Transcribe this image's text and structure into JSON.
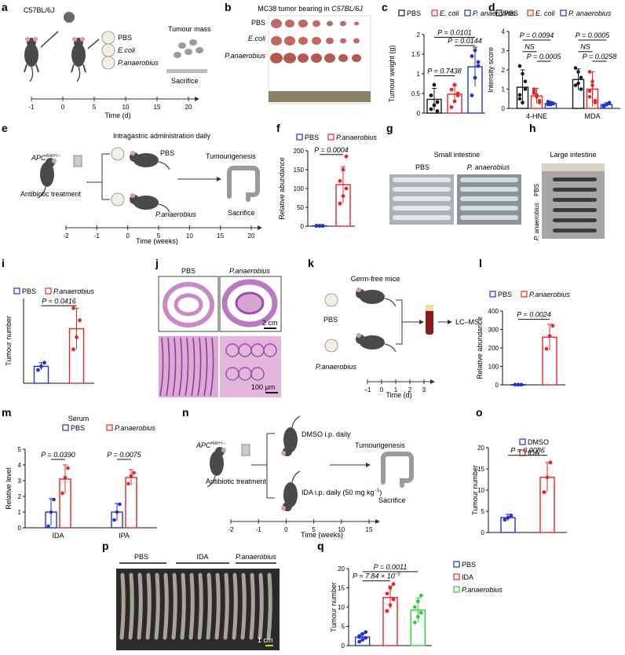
{
  "panels": {
    "a": {
      "label": "a",
      "strain": "C57BL/6J",
      "groups": [
        "PBS",
        "E.coli",
        "P.anaerobius"
      ],
      "tumour_mass": "Tumour mass",
      "sacrifice": "Sacrifice",
      "axis_ticks": [
        "-1",
        "0",
        "5",
        "10",
        "15",
        "20"
      ],
      "axis_label": "Time (d)"
    },
    "b": {
      "label": "b",
      "title_prefix": "MC38 tumor bearing in ",
      "title_strain": "C57BL/6J",
      "rows": [
        "PBS",
        "E.coli",
        "P.anaerobius"
      ]
    },
    "e": {
      "label": "e",
      "mouse": "APC",
      "mouse_sup": "min+/−",
      "header": "Intragastric administration daily",
      "arm1": "PBS",
      "arm2": "P.anaerobius",
      "treatment": "Antibiotic treatment",
      "outcome": "Tumourigenesis",
      "sacrifice": "Sacrifice",
      "axis_ticks": [
        "-2",
        "-1",
        "0",
        "5",
        "10",
        "15",
        "20"
      ],
      "axis_label": "Time (weeks)"
    },
    "g": {
      "label": "g",
      "title": "Small intestine",
      "left": "PBS",
      "right": "P. anaerobius"
    },
    "h": {
      "label": "h",
      "title": "Large intestine",
      "top": "PBS",
      "bottom": "P. anaerobius"
    },
    "j": {
      "label": "j",
      "left": "PBS",
      "right": "P.anaerobius",
      "scale1": "2 cm",
      "scale2": "100 μm"
    },
    "k": {
      "label": "k",
      "title": "Germ-free mice",
      "arm1": "PBS",
      "arm2": "P.anaerobius",
      "assay": "LC–MS",
      "axis_ticks": [
        "−1",
        "0",
        "1",
        "2",
        "3"
      ],
      "axis_label": "Time (d)"
    },
    "n": {
      "label": "n",
      "mouse": "APC",
      "mouse_sup": "min+/−",
      "arm1": "DMSO i.p. daily",
      "arm2": "IDA i.p. daily (50 mg kg",
      "arm2_sup": "−1",
      "arm2_end": ")",
      "treatment": "Antibiotic treatment",
      "outcome": "Tumourigenesis",
      "sacrifice": "Sacrifice",
      "axis_ticks": [
        "-2",
        "-1",
        "0",
        "5",
        "10",
        "15"
      ],
      "axis_label": "Time (weeks)"
    },
    "p": {
      "label": "p",
      "groups": [
        "PBS",
        "IDA",
        "P.anaerobius"
      ],
      "scale": "1 cm"
    }
  },
  "colors": {
    "black": "#1a1a1a",
    "red": "#e8262a",
    "blue": "#2233cc",
    "green": "#33cc33",
    "mouse": "#4a4a4a",
    "ear": "#d9a0a8",
    "tumour": "#b0605a",
    "he_pink": "#d89ad0",
    "he_dark": "#8a3d9a"
  },
  "chart_data": [
    {
      "panel": "c",
      "type": "bar",
      "ylabel": "Tumour weight (g)",
      "ylim": [
        0,
        2.0
      ],
      "yticks": [
        0,
        0.5,
        1.0,
        1.5,
        2.0
      ],
      "categories": [
        "PBS",
        "E. coli",
        "P. anaerobius"
      ],
      "legend": [
        "PBS",
        "E. coli",
        "P. anaerobius"
      ],
      "series": [
        {
          "name": "PBS",
          "color": "#1a1a1a",
          "mean": 0.35,
          "sd": 0.28,
          "points": [
            0.1,
            0.2,
            0.28,
            0.45,
            0.72,
            0.05
          ]
        },
        {
          "name": "E. coli",
          "color": "#e8262a",
          "mean": 0.48,
          "sd": 0.22,
          "points": [
            0.15,
            0.3,
            0.5,
            0.6,
            0.72,
            0.45
          ]
        },
        {
          "name": "P. anaerobius",
          "color": "#2233cc",
          "mean": 1.18,
          "sd": 0.5,
          "points": [
            0.45,
            0.9,
            1.2,
            1.45,
            1.6,
            1.3
          ]
        }
      ],
      "annotations": [
        {
          "text": "P = 0.7438",
          "from": 0,
          "to": 1,
          "y": 0.95
        },
        {
          "text": "P = 0.0144",
          "from": 1,
          "to": 2,
          "y": 1.72
        },
        {
          "text": "P = 0.0101",
          "from": 0,
          "to": 2,
          "y": 1.93
        }
      ]
    },
    {
      "panel": "d",
      "type": "bar",
      "ylabel": "Intensity score",
      "ylim": [
        0,
        4
      ],
      "yticks": [
        0,
        1,
        2,
        3,
        4
      ],
      "categories": [
        "4-HNE",
        "MDA"
      ],
      "legend": [
        "PBS",
        "E. coli",
        "P. anaerobius"
      ],
      "series": [
        {
          "name": "PBS",
          "color": "#1a1a1a",
          "values": [
            1.1,
            1.5
          ],
          "sd": [
            0.9,
            0.55
          ],
          "points": [
            [
              2.2,
              1.8,
              1.0,
              0.5,
              0.3,
              1.4,
              0.7
            ],
            [
              2.1,
              1.3,
              1.6,
              1.2,
              1.9,
              1.0
            ]
          ]
        },
        {
          "name": "E. coli",
          "color": "#e8262a",
          "values": [
            0.65,
            1.0
          ],
          "sd": [
            0.4,
            0.9
          ],
          "points": [
            [
              1.0,
              0.7,
              0.3,
              0.9,
              0.6,
              0.4,
              0.8
            ],
            [
              1.9,
              1.4,
              0.3,
              0.6,
              1.2,
              0.4,
              0.9
            ]
          ]
        },
        {
          "name": "P. anaerobius",
          "color": "#2233cc",
          "values": [
            0.25,
            0.2
          ],
          "sd": [
            0.1,
            0.1
          ],
          "points": [
            [
              0.2,
              0.3,
              0.25,
              0.35,
              0.2
            ],
            [
              0.1,
              0.2,
              0.3,
              0.15,
              0.2,
              0.25
            ]
          ]
        }
      ],
      "annotations": [
        {
          "text": "P = 0.0094",
          "group": 0,
          "from": 0,
          "to": 2,
          "y": 3.55
        },
        {
          "text": "NS",
          "group": 0,
          "from": 0,
          "to": 1,
          "y": 2.95
        },
        {
          "text": "P = 0.0005",
          "group": 0,
          "from": 1,
          "to": 2,
          "y": 2.45
        },
        {
          "text": "P = 0.0005",
          "group": 1,
          "from": 0,
          "to": 2,
          "y": 3.55
        },
        {
          "text": "NS",
          "group": 1,
          "from": 0,
          "to": 1,
          "y": 2.95
        },
        {
          "text": "P = 0.0258",
          "group": 1,
          "from": 1,
          "to": 2,
          "y": 2.45
        }
      ]
    },
    {
      "panel": "f",
      "type": "bar",
      "ylabel": "Relative abundance",
      "ylim": [
        0,
        200
      ],
      "yticks": [
        0,
        50,
        100,
        150,
        200
      ],
      "categories": [
        "PBS",
        "P.anaerobius"
      ],
      "legend": [
        "PBS",
        "P.anaerobius"
      ],
      "series": [
        {
          "name": "PBS",
          "color": "#2233cc",
          "mean": 1,
          "sd": 0.5,
          "points": [
            1,
            1,
            1,
            1,
            1,
            1
          ]
        },
        {
          "name": "P.anaerobius",
          "color": "#e8262a",
          "mean": 110,
          "sd": 48,
          "points": [
            60,
            80,
            100,
            120,
            150,
            185
          ]
        }
      ],
      "annotations": [
        {
          "text": "P = 0.0004",
          "from": 0,
          "to": 1,
          "y": 190
        }
      ]
    },
    {
      "panel": "i",
      "type": "bar",
      "ylabel": "Tumour number",
      "ylim": [
        0,
        70
      ],
      "yticks": [],
      "categories": [
        "PBS",
        "P.anaerobius"
      ],
      "legend": [
        "PBS",
        "P.anaerobius"
      ],
      "series": [
        {
          "name": "PBS",
          "color": "#2233cc",
          "mean": 14,
          "sd": 3,
          "points": [
            11,
            14,
            17
          ]
        },
        {
          "name": "P.anaerobius",
          "color": "#e8262a",
          "mean": 45,
          "sd": 17,
          "points": [
            28,
            38,
            52,
            62
          ]
        }
      ],
      "annotations": [
        {
          "text": "P = 0.0416",
          "from": 0,
          "to": 1,
          "y": 64
        }
      ]
    },
    {
      "panel": "l",
      "type": "bar",
      "ylabel": "Relative abundance",
      "ylim": [
        0,
        400
      ],
      "yticks": [
        0,
        100,
        200,
        300,
        400
      ],
      "categories": [
        "PBS",
        "P.anaerobius"
      ],
      "legend": [
        "PBS",
        "P.anaerobius"
      ],
      "series": [
        {
          "name": "PBS",
          "color": "#2233cc",
          "mean": 1,
          "sd": 0.5,
          "points": [
            1,
            1,
            1
          ]
        },
        {
          "name": "P.anaerobius",
          "color": "#e8262a",
          "mean": 258,
          "sd": 70,
          "points": [
            195,
            265,
            320
          ]
        }
      ],
      "annotations": [
        {
          "text": "P = 0.0024",
          "from": 0,
          "to": 1,
          "y": 355
        }
      ]
    },
    {
      "panel": "m",
      "type": "bar",
      "title": "Serum",
      "ylabel": "Relative level",
      "ylim": [
        0,
        5
      ],
      "yticks": [
        0,
        1,
        2,
        3,
        4,
        5
      ],
      "categories": [
        "IDA",
        "IPA"
      ],
      "legend": [
        "PBS",
        "P.anaerobius"
      ],
      "series": [
        {
          "name": "PBS",
          "color": "#2233cc",
          "values": [
            1.0,
            1.0
          ],
          "sd": [
            0.85,
            0.55
          ],
          "points": [
            [
              0.1,
              1.0,
              1.8
            ],
            [
              0.5,
              1.0,
              1.5
            ]
          ]
        },
        {
          "name": "P.anaerobius",
          "color": "#e8262a",
          "values": [
            3.1,
            3.2
          ],
          "sd": [
            0.9,
            0.5
          ],
          "points": [
            [
              2.2,
              3.2,
              3.8
            ],
            [
              2.8,
              3.3,
              3.5
            ]
          ]
        }
      ],
      "annotations": [
        {
          "text": "P = 0.0390",
          "group": 0,
          "from": 0,
          "to": 1,
          "y": 4.35
        },
        {
          "text": "P = 0.0075",
          "group": 1,
          "from": 0,
          "to": 1,
          "y": 4.35
        }
      ]
    },
    {
      "panel": "o",
      "type": "bar",
      "ylabel": "Tumour number",
      "ylim": [
        0,
        20
      ],
      "yticks": [
        0,
        5,
        10,
        15,
        20
      ],
      "categories": [
        "DMSO",
        "IDA"
      ],
      "legend": [
        "DMSO",
        "IDA"
      ],
      "series": [
        {
          "name": "DMSO",
          "color": "#2233cc",
          "mean": 3.5,
          "sd": 0.8,
          "points": [
            3.0,
            3.5,
            4.0
          ]
        },
        {
          "name": "IDA",
          "color": "#e8262a",
          "mean": 13,
          "sd": 3.5,
          "points": [
            9.5,
            13,
            16.5
          ]
        }
      ],
      "annotations": [
        {
          "text": "P = 0.0086",
          "from": 0,
          "to": 1,
          "y": 18.2
        }
      ]
    },
    {
      "panel": "q",
      "type": "bar",
      "ylabel": "Tumour number",
      "ylim": [
        0,
        20
      ],
      "yticks": [
        0,
        5,
        10,
        15,
        20
      ],
      "categories": [
        "PBS",
        "IDA",
        "P.anaerobius"
      ],
      "legend": [
        "PBS",
        "IDA",
        "P.anaerobius"
      ],
      "series": [
        {
          "name": "PBS",
          "color": "#2233cc",
          "mean": 2.2,
          "sd": 1.0,
          "points": [
            1.0,
            1.5,
            2.0,
            2.5,
            3.0,
            3.5,
            2.2
          ]
        },
        {
          "name": "IDA",
          "color": "#e8262a",
          "mean": 12.5,
          "sd": 3.0,
          "points": [
            9.0,
            10.5,
            12.0,
            13.5,
            15.0,
            16.0
          ]
        },
        {
          "name": "P.anaerobius",
          "color": "#33cc33",
          "mean": 9.2,
          "sd": 3.2,
          "points": [
            6.0,
            7.5,
            8.5,
            10.0,
            11.5,
            13.0
          ]
        }
      ],
      "annotations": [
        {
          "text": "P = 7.84 × 10",
          "sup": "−5",
          "from": 0,
          "to": 1,
          "y": 16.8
        },
        {
          "text": "P = 0.0011",
          "from": 0,
          "to": 2,
          "y": 19.2
        }
      ]
    }
  ]
}
